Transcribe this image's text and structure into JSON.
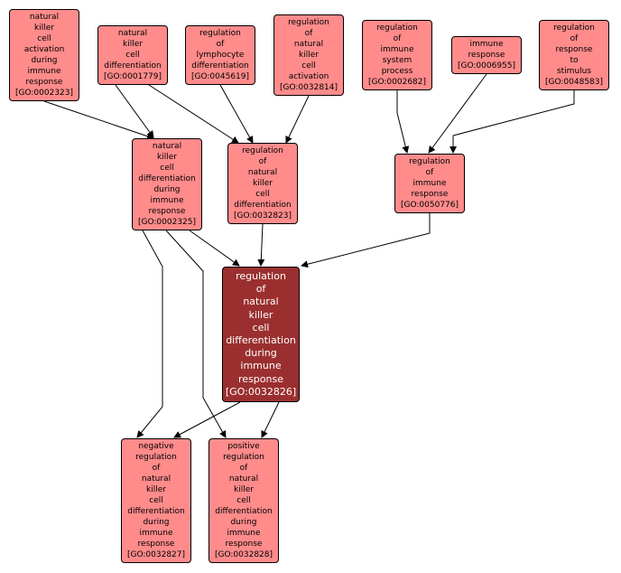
{
  "colors": {
    "node_fill": "#ff8b8b",
    "focus_fill": "#9b2f2f",
    "focus_text": "#ffffff",
    "border": "#000000",
    "edge": "#000000"
  },
  "nodes": [
    {
      "id": "GO:0002323",
      "lines": [
        "natural",
        "killer",
        "cell",
        "activation",
        "during",
        "immune",
        "response",
        "[GO:0002323]"
      ]
    },
    {
      "id": "GO:0001779",
      "lines": [
        "natural",
        "killer",
        "cell",
        "differentiation",
        "[GO:0001779]"
      ]
    },
    {
      "id": "GO:0045619",
      "lines": [
        "regulation",
        "of",
        "lymphocyte",
        "differentiation",
        "[GO:0045619]"
      ]
    },
    {
      "id": "GO:0032814",
      "lines": [
        "regulation",
        "of",
        "natural",
        "killer",
        "cell",
        "activation",
        "[GO:0032814]"
      ]
    },
    {
      "id": "GO:0002682",
      "lines": [
        "regulation",
        "of",
        "immune",
        "system",
        "process",
        "[GO:0002682]"
      ]
    },
    {
      "id": "GO:0006955",
      "lines": [
        "immune",
        "response",
        "[GO:0006955]"
      ]
    },
    {
      "id": "GO:0048583",
      "lines": [
        "regulation",
        "of",
        "response",
        "to",
        "stimulus",
        "[GO:0048583]"
      ]
    },
    {
      "id": "GO:0002325",
      "lines": [
        "natural",
        "killer",
        "cell",
        "differentiation",
        "during",
        "immune",
        "response",
        "[GO:0002325]"
      ]
    },
    {
      "id": "GO:0032823",
      "lines": [
        "regulation",
        "of",
        "natural",
        "killer",
        "cell",
        "differentiation",
        "[GO:0032823]"
      ]
    },
    {
      "id": "GO:0050776",
      "lines": [
        "regulation",
        "of",
        "immune",
        "response",
        "[GO:0050776]"
      ]
    },
    {
      "id": "GO:0032826",
      "lines": [
        "regulation",
        "of",
        "natural",
        "killer",
        "cell",
        "differentiation",
        "during",
        "immune",
        "response",
        "[GO:0032826]"
      ],
      "focus": true
    },
    {
      "id": "GO:0032827",
      "lines": [
        "negative",
        "regulation",
        "of",
        "natural",
        "killer",
        "cell",
        "differentiation",
        "during",
        "immune",
        "response",
        "[GO:0032827]"
      ]
    },
    {
      "id": "GO:0032828",
      "lines": [
        "positive",
        "regulation",
        "of",
        "natural",
        "killer",
        "cell",
        "differentiation",
        "during",
        "immune",
        "response",
        "[GO:0032828]"
      ]
    }
  ],
  "edges": [
    {
      "from": "GO:0002323",
      "to": "GO:0002325"
    },
    {
      "from": "GO:0001779",
      "to": "GO:0002325"
    },
    {
      "from": "GO:0001779",
      "to": "GO:0032823"
    },
    {
      "from": "GO:0045619",
      "to": "GO:0032823"
    },
    {
      "from": "GO:0032814",
      "to": "GO:0032823"
    },
    {
      "from": "GO:0002682",
      "to": "GO:0050776"
    },
    {
      "from": "GO:0006955",
      "to": "GO:0050776"
    },
    {
      "from": "GO:0048583",
      "to": "GO:0050776"
    },
    {
      "from": "GO:0002325",
      "to": "GO:0032826"
    },
    {
      "from": "GO:0032823",
      "to": "GO:0032826"
    },
    {
      "from": "GO:0050776",
      "to": "GO:0032826"
    },
    {
      "from": "GO:0002325",
      "to": "GO:0032827"
    },
    {
      "from": "GO:0002325",
      "to": "GO:0032828"
    },
    {
      "from": "GO:0032826",
      "to": "GO:0032827"
    },
    {
      "from": "GO:0032826",
      "to": "GO:0032828"
    }
  ]
}
